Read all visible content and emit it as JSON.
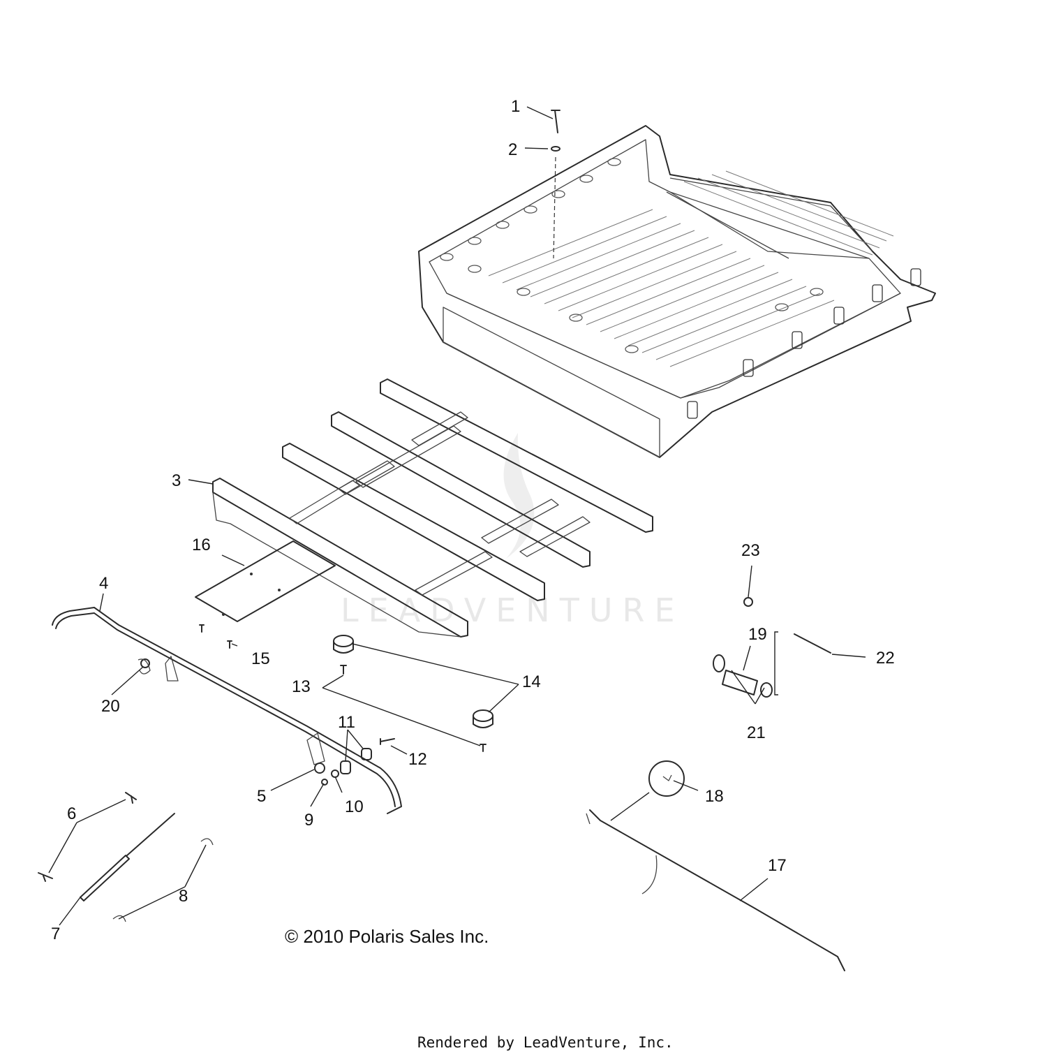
{
  "callouts": {
    "c1": "1",
    "c2": "2",
    "c3": "3",
    "c4": "4",
    "c5": "5",
    "c6": "6",
    "c7": "7",
    "c8": "8",
    "c9": "9",
    "c10": "10",
    "c11": "11",
    "c12": "12",
    "c13": "13",
    "c14": "14",
    "c15": "15",
    "c16": "16",
    "c17": "17",
    "c18": "18",
    "c19": "19",
    "c20": "20",
    "c21": "21",
    "c22": "22",
    "c23": "23"
  },
  "watermark": "LEADVENTURE",
  "copyright": "© 2010 Polaris Sales Inc.",
  "footer": "Rendered by LeadVenture, Inc."
}
